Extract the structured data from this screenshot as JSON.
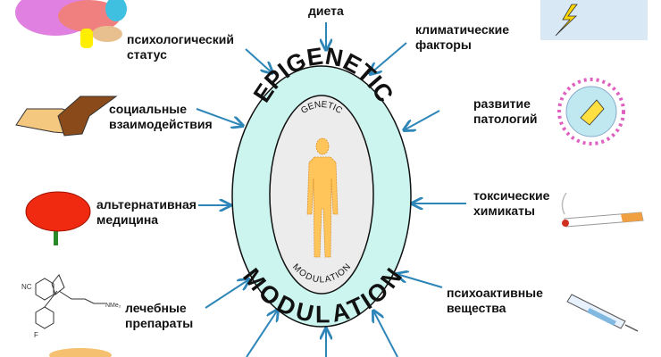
{
  "center": {
    "outer_top": "EPIGENETIC",
    "outer_bottom": "MODULATION",
    "inner_top": "GENETIC",
    "inner_bottom": "MODULATION"
  },
  "factors": [
    {
      "id": "diet",
      "line1": "диета",
      "line2": "",
      "icon": "food-icon"
    },
    {
      "id": "psych",
      "line1": "психологический",
      "line2": "статус",
      "icon": "brain-icon"
    },
    {
      "id": "climate",
      "line1": "климатические",
      "line2": "факторы",
      "icon": "storm-icon"
    },
    {
      "id": "social",
      "line1": "социальные",
      "line2": "взаимодействия",
      "icon": "handshake-icon"
    },
    {
      "id": "pathology",
      "line1": "развитие",
      "line2": "патологий",
      "icon": "virus-icon"
    },
    {
      "id": "altmed",
      "line1": "альтернативная",
      "line2": "медицина",
      "icon": "flower-icon"
    },
    {
      "id": "toxic",
      "line1": "токсические",
      "line2": "химикаты",
      "icon": "cigarette-icon"
    },
    {
      "id": "drugs",
      "line1": "лечебные",
      "line2": "препараты",
      "icon": "molecule-icon"
    },
    {
      "id": "psychoactive",
      "line1": "психоактивные",
      "line2": "вещества",
      "icon": "syringe-icon"
    }
  ],
  "molecule_labels": {
    "nc": "NC",
    "nme": "NMe₂",
    "f": "F"
  },
  "colors": {
    "arrow": "#2e86b8",
    "outer_fill": "#ccf5ef",
    "inner_fill": "#ececec",
    "figure": "#ffc45a"
  }
}
